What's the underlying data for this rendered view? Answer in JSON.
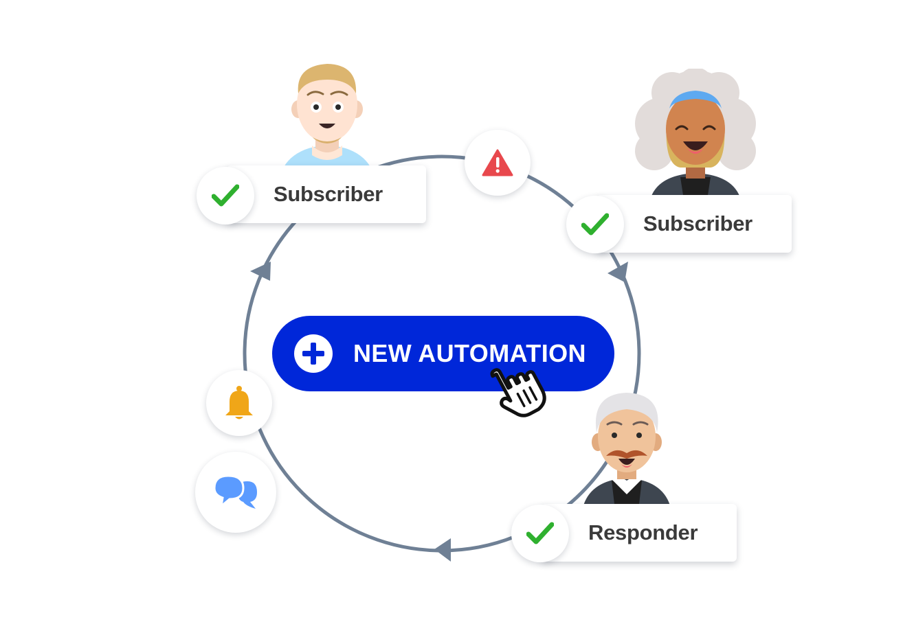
{
  "cta": {
    "label": "NEW AUTOMATION",
    "icon": "plus-circle-icon",
    "color": "#0027d9"
  },
  "cards": [
    {
      "label": "Subscriber",
      "status_icon": "check-icon"
    },
    {
      "label": "Subscriber",
      "status_icon": "check-icon"
    },
    {
      "label": "Responder",
      "status_icon": "check-icon"
    }
  ],
  "badges": [
    {
      "icon": "warning-icon",
      "color": "#e8484d"
    },
    {
      "icon": "bell-icon",
      "color": "#f0a618"
    },
    {
      "icon": "chat-bubbles-icon",
      "color": "#5b9bff"
    }
  ],
  "colors": {
    "cycle_ring": "#6f8095",
    "check": "#2fb02f"
  }
}
